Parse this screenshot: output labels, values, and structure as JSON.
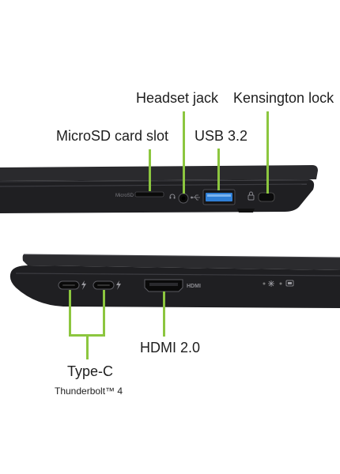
{
  "top_view": {
    "labels": {
      "headset_jack": "Headset jack",
      "kensington_lock": "Kensington lock",
      "microsd_slot": "MicroSD card slot",
      "usb": "USB 3.2"
    },
    "port_text": {
      "microsd": "MicroSD"
    }
  },
  "bottom_view": {
    "labels": {
      "hdmi": "HDMI 2.0",
      "type_c": "Type-C",
      "thunderbolt": "Thunderbolt™ 4"
    },
    "port_text": {
      "hdmi": "HDMI"
    }
  },
  "colors": {
    "callout_line": "#8cc63f",
    "laptop_body": "#1f1f22",
    "usb_port": "#2f7fd6"
  },
  "icons": [
    "headset-icon",
    "usb-icon",
    "lock-icon",
    "thunderbolt-icon",
    "power-led-icon",
    "battery-led-icon"
  ]
}
